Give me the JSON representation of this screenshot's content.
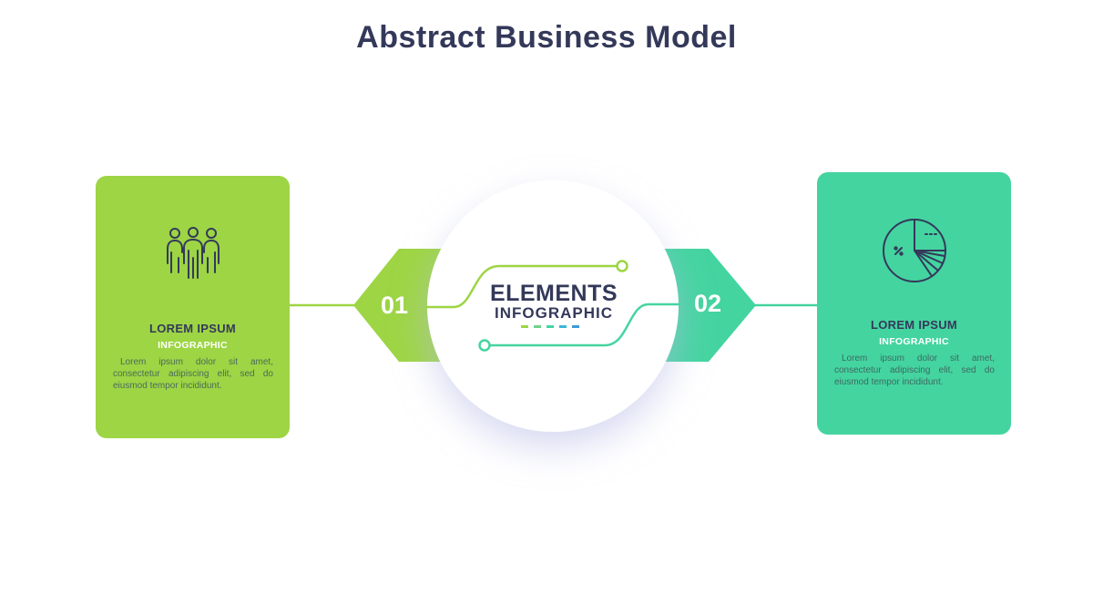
{
  "title": "Abstract Business Model",
  "center": {
    "title": "ELEMENTS",
    "subtitle": "INFOGRAPHIC"
  },
  "steps": [
    {
      "number": "01",
      "title": "LOREM IPSUM",
      "subtitle": "INFOGRAPHIC",
      "text": "Lorem ipsum dolor sit amet, consectetur adipiscing elit, sed do eiusmod tempor incididunt.",
      "icon": "people-group-icon",
      "color": "#9dd544"
    },
    {
      "number": "02",
      "title": "LOREM IPSUM",
      "subtitle": "INFOGRAPHIC",
      "text": "Lorem ipsum dolor sit amet, consectetur adipiscing elit, sed do eiusmod tempor incididunt.",
      "icon": "pie-chart-icon",
      "color": "#44d4a0"
    }
  ],
  "colors": {
    "dark": "#34395a",
    "green": "#9dd544",
    "teal": "#44d4a0",
    "blue": "#3bb6d8"
  }
}
